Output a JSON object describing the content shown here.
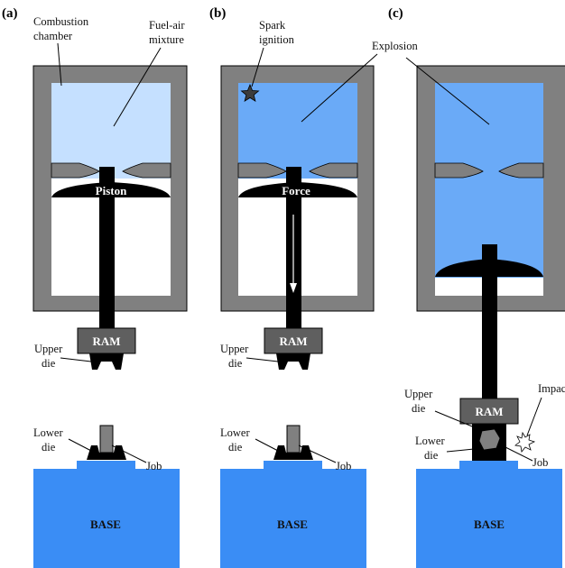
{
  "panels": {
    "a": "(a)",
    "b": "(b)",
    "c": "(c)"
  },
  "labels": {
    "combustion_1": "Combustion",
    "combustion_2": "chamber",
    "fuel_1": "Fuel-air",
    "fuel_2": "mixture",
    "spark_1": "Spark",
    "spark_2": "ignition",
    "explosion": "Explosion",
    "piston": "Piston",
    "force": "Force",
    "ram": "RAM",
    "upper": "Upper",
    "die": "die",
    "lower": "Lower",
    "job": "Job",
    "impact": "Impact",
    "base": "BASE"
  },
  "colors": {
    "wall": "#808080",
    "mixture_light": "#c5e0ff",
    "mixture": "#6aaaf7",
    "base": "#3a8df5",
    "ram": "#5f5f5f",
    "black": "#000000"
  }
}
